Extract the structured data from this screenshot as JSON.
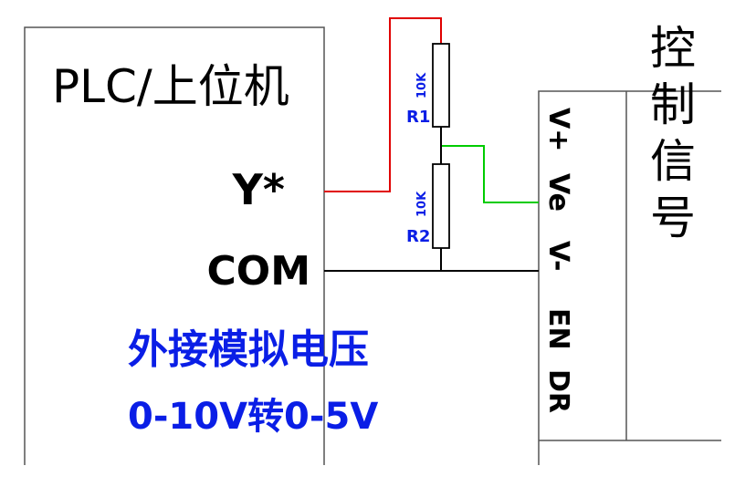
{
  "plc": {
    "title": "PLC/上位机",
    "terminal_y": "Y*",
    "terminal_com": "COM"
  },
  "resistors": {
    "r1_value": "10K",
    "r1_label": "R1",
    "r2_value": "10K",
    "r2_label": "R2"
  },
  "controller": {
    "pins": [
      "V+",
      "Ve",
      "V-",
      "EN",
      "DR"
    ],
    "signal_label": "控制信号"
  },
  "annotation": {
    "line1": "外接模拟电压",
    "line2": "0-10V转0-5V"
  },
  "colors": {
    "wire_red": "#e00000",
    "wire_green": "#00cc00",
    "wire_black": "#000000",
    "label_blue": "#0a1ee6"
  }
}
